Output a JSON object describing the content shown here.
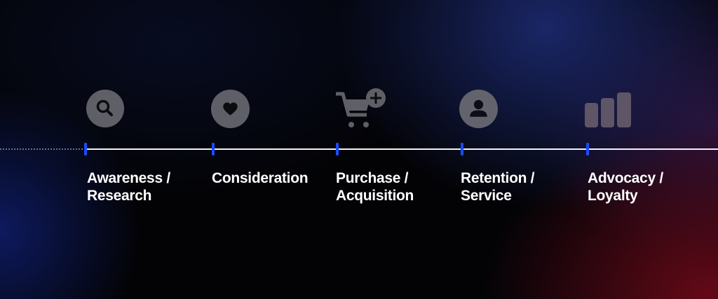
{
  "stages": [
    {
      "line1": "Awareness /",
      "line2": "Research",
      "icon": "search-icon"
    },
    {
      "line1": "Consideration",
      "line2": "",
      "icon": "heart-icon"
    },
    {
      "line1": "Purchase /",
      "line2": "Acquisition",
      "icon": "cart-plus-icon"
    },
    {
      "line1": "Retention /",
      "line2": "Service",
      "icon": "user-icon"
    },
    {
      "line1": "Advocacy /",
      "line2": "Loyalty",
      "icon": "bar-chart-icon"
    }
  ],
  "colors": {
    "tick": "#1a4cff",
    "icon": "#6a6a74",
    "line": "#f2f2f6"
  }
}
